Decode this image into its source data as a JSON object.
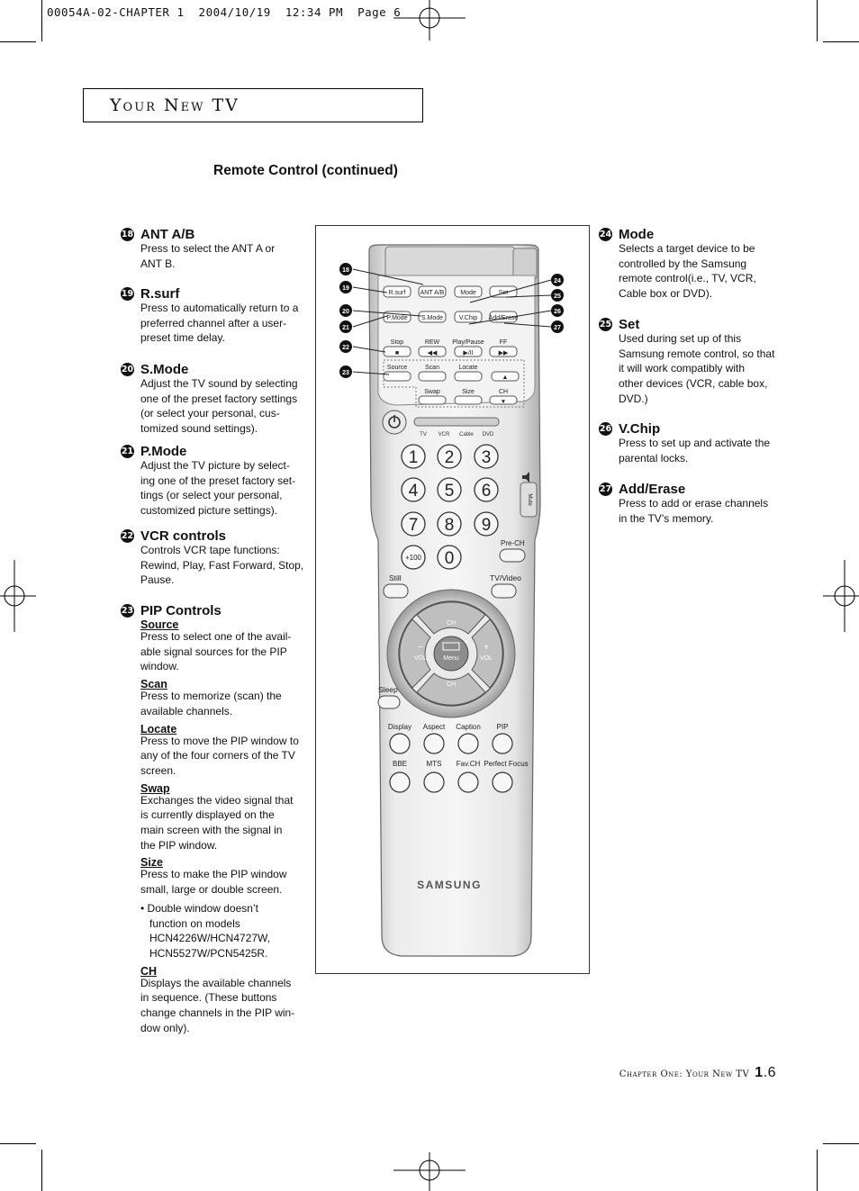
{
  "print_header": "00054A-02-CHAPTER 1  2004/10/19  12:34 PM  Page 6",
  "chapter_title": "Your New TV",
  "section_heading": "Remote Control (continued)",
  "left_entries": [
    {
      "num": "18",
      "title": "ANT A/B",
      "desc": "Press to select the ANT A or\nANT B."
    },
    {
      "num": "19",
      "title": "R.surf",
      "desc": "Press to automatically return to a\npreferred channel after a user-\npreset time delay."
    },
    {
      "num": "20",
      "title": "S.Mode",
      "desc": "Adjust the TV sound by selecting\none of the preset factory settings\n(or select your personal, cus-\ntomized sound settings)."
    },
    {
      "num": "21",
      "title": "P.Mode",
      "desc": "Adjust the TV picture by select-\ning one of the preset factory set-\ntings (or select your personal,\ncustomized picture settings)."
    },
    {
      "num": "22",
      "title": "VCR controls",
      "desc": "Controls VCR tape functions:\nRewind, Play, Fast Forward, Stop,\nPause."
    }
  ],
  "pip": {
    "num": "23",
    "title": "PIP Controls",
    "subs": [
      {
        "label": "Source",
        "desc": "Press to select one of the avail-\nable signal sources for the PIP\nwindow."
      },
      {
        "label": "Scan",
        "desc": "Press to memorize (scan) the\navailable channels."
      },
      {
        "label": "Locate",
        "desc": "Press to move the PIP window to\nany of the four corners of the TV\nscreen."
      },
      {
        "label": "Swap",
        "desc": "Exchanges the video signal that\nis currently displayed on the\nmain screen with the signal  in\nthe PIP window."
      },
      {
        "label": "Size",
        "desc": "Press to make the PIP window\nsmall, large or double screen."
      }
    ],
    "bullet": "• Double window doesn’t\nfunction on models\nHCN4226W/HCN4727W,\nHCN5527W/PCN5425R.",
    "ch_label": "CH",
    "ch_desc": "Displays the available channels\nin sequence. (These buttons\nchange channels in the PIP win-\ndow only)."
  },
  "right_entries": [
    {
      "num": "24",
      "title": "Mode",
      "desc": "Selects a target device to be\ncontrolled by the Samsung\nremote control(i.e., TV, VCR,\nCable box or DVD)."
    },
    {
      "num": "25",
      "title": "Set",
      "desc": "Used during set up of this\nSamsung remote control, so that\nit will work compatibly with\nother devices (VCR, cable box,\nDVD.)"
    },
    {
      "num": "26",
      "title": "V.Chip",
      "desc": "Press to set up and activate the\nparental locks."
    },
    {
      "num": "27",
      "title": "Add/Erase",
      "desc": "Press to add or erase channels\nin the TV’s memory."
    }
  ],
  "remote": {
    "callouts_left": [
      "18",
      "19",
      "20",
      "21",
      "22",
      "23"
    ],
    "callouts_right": [
      "24",
      "25",
      "26",
      "27"
    ],
    "row1": [
      "R.surf",
      "ANT A/B",
      "Mode",
      "Set"
    ],
    "row2": [
      "P.Mode",
      "S.Mode",
      "V.Chip",
      "Add/Erase"
    ],
    "row3": [
      "Stop",
      "REW",
      "Play/Pause",
      "FF"
    ],
    "row3_symbols": [
      "■",
      "◀◀",
      "▶/II",
      "▶▶"
    ],
    "row4": [
      "Source",
      "Scan",
      "Locate"
    ],
    "row5": [
      "Swap",
      "Size",
      "CH"
    ],
    "modes": [
      "TV",
      "VCR",
      "Cable",
      "DVD"
    ],
    "digits": [
      "1",
      "2",
      "3",
      "4",
      "5",
      "6",
      "7",
      "8",
      "9",
      "+100",
      "0"
    ],
    "pre_ch": "Pre-CH",
    "still": "Still",
    "tv_video": "TV/Video",
    "mute_side": "Mute",
    "ch": "CH",
    "vol": "VOL",
    "menu": "Menu",
    "sleep": "Sleep",
    "row_a": [
      "Display",
      "Aspect",
      "Caption",
      "PIP"
    ],
    "row_b": [
      "BBE",
      "MTS",
      "Fav.CH",
      "Perfect Focus"
    ],
    "brand": "SAMSUNG"
  },
  "footer": {
    "text": "Chapter One: Your New TV",
    "page_major": "1",
    "page_minor": ".6"
  }
}
